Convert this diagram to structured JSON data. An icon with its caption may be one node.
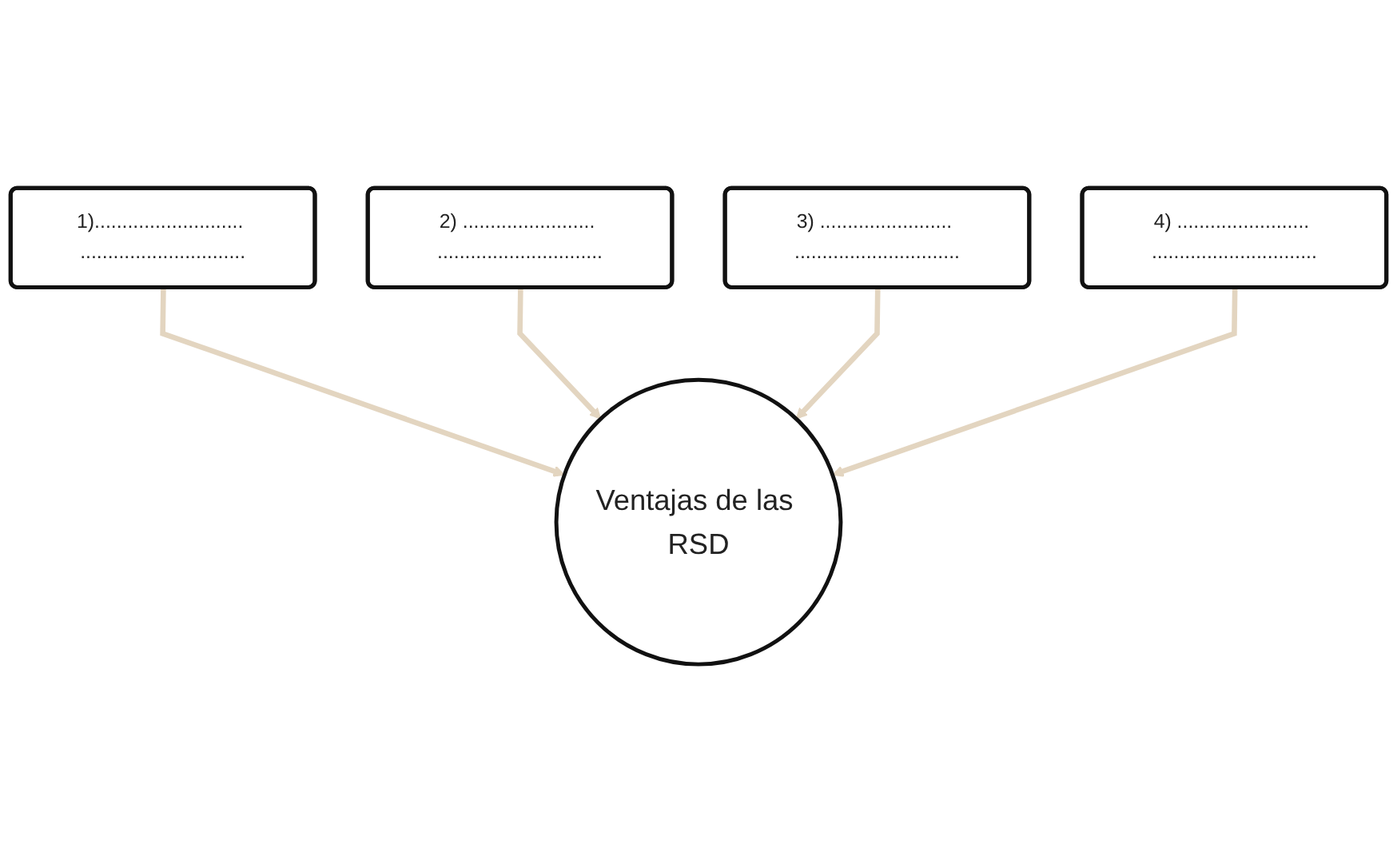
{
  "diagram": {
    "nodes": [
      {
        "text": [
          "2) ........................ .............................."
        ]
      },
      {
        "text": [
          "3) ........................ .............................."
        ]
      },
      {
        "text": [
          "1)........................... .............................."
        ]
      },
      {
        "text": [
          "Ventajas de las RSD"
        ]
      },
      {
        "text": [
          "4) ........................ .............................."
        ]
      }
    ],
    "edges": [
      {
        "from": 2,
        "to": 3,
        "arrow": "to"
      },
      {
        "from": 0,
        "to": 3,
        "arrow": "to"
      },
      {
        "from": 1,
        "to": 3,
        "arrow": "to"
      },
      {
        "from": 4,
        "to": 3,
        "arrow": "to"
      }
    ]
  }
}
